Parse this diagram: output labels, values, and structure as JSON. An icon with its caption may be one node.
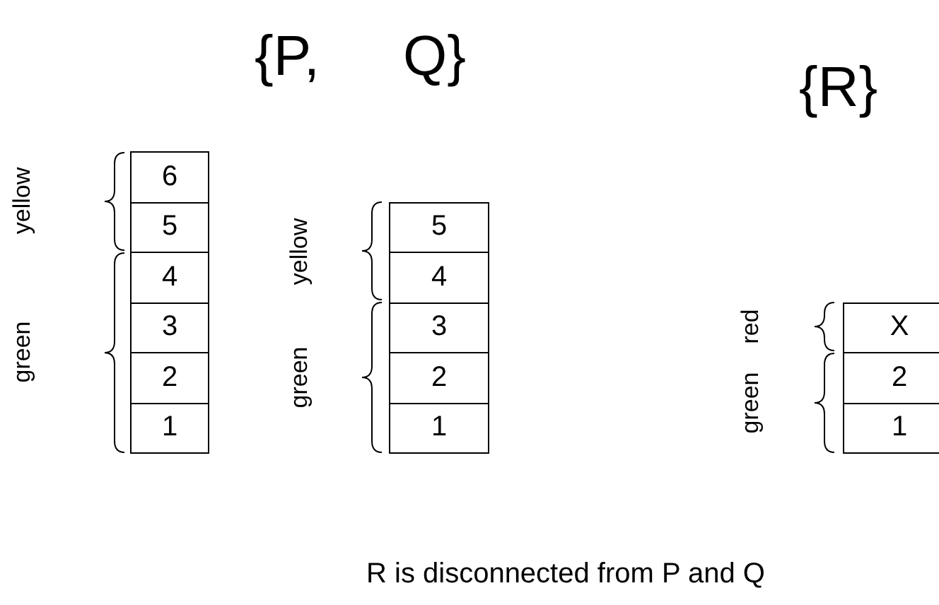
{
  "diagram": {
    "caption": "R  is disconnected from  P and Q",
    "nodes": [
      {
        "text": [
          "6"
        ]
      },
      {
        "text": [
          "5"
        ]
      },
      {
        "text": [
          "4"
        ]
      },
      {
        "text": [
          "3"
        ]
      },
      {
        "text": [
          "2"
        ]
      },
      {
        "text": [
          "1"
        ]
      },
      {
        "text": [
          "5"
        ]
      },
      {
        "text": [
          "4"
        ]
      },
      {
        "text": [
          "3"
        ]
      },
      {
        "text": [
          "2"
        ]
      },
      {
        "text": [
          "1"
        ]
      },
      {
        "text": [
          "X"
        ]
      },
      {
        "text": [
          "2"
        ]
      },
      {
        "text": [
          "1"
        ]
      }
    ],
    "edges": [],
    "labels": [
      "{P,",
      "Q}",
      "{R}",
      "yellow",
      "green",
      "yellow",
      "green",
      "red",
      "green"
    ]
  }
}
